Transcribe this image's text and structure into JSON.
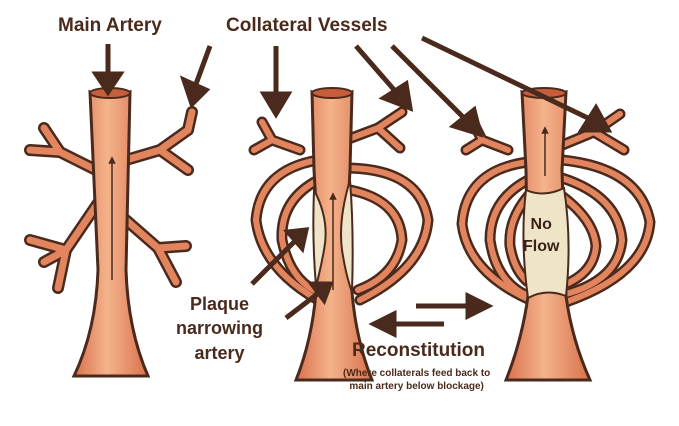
{
  "labels": {
    "main_artery": "Main Artery",
    "collateral_vessels": "Collateral Vessels",
    "plaque_line1": "Plaque",
    "plaque_line2": "narrowing",
    "plaque_line3": "artery",
    "no_flow_line1": "No",
    "no_flow_line2": "Flow",
    "reconstitution": "Reconstitution",
    "reconstitution_note_line1": "(Where collaterals feed back to",
    "reconstitution_note_line2": "main artery below blockage)"
  },
  "colors": {
    "vessel_fill": "#e2855e",
    "vessel_highlight": "#f2b08a",
    "vessel_outline": "#4a2a1c",
    "plaque_fill": "#efe3c8",
    "label_text": "#4a2a1c"
  }
}
